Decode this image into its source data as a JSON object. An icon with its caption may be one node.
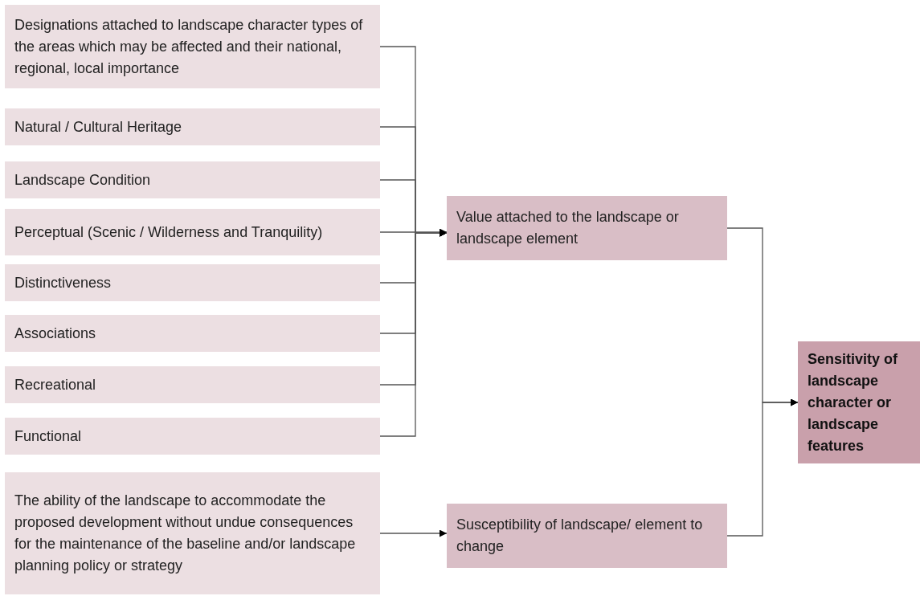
{
  "diagram": {
    "nodes": [
      {
        "text": [
          "Designations attached to landscape character types of the areas which may be affected and their national, regional, local importance"
        ]
      },
      {
        "text": [
          "Natural / Cultural Heritage"
        ]
      },
      {
        "text": [
          "Landscape Condition"
        ]
      },
      {
        "text": [
          "Perceptual (Scenic / Wilderness and Tranquility)"
        ]
      },
      {
        "text": [
          "Distinctiveness"
        ]
      },
      {
        "text": [
          "Associations"
        ]
      },
      {
        "text": [
          "Recreational"
        ]
      },
      {
        "text": [
          "Functional"
        ]
      },
      {
        "text": [
          "The ability of the landscape to accommodate the proposed development without undue consequences for the maintenance of the baseline and/or landscape planning policy or strategy"
        ]
      },
      {
        "text": [
          "Value attached to the landscape or landscape element"
        ]
      },
      {
        "text": [
          "Susceptibility of landscape/ element to change"
        ]
      },
      {
        "text": [
          "Sensitivity of landscape character or landscape features"
        ]
      }
    ],
    "edges": [
      {
        "from": 0,
        "to": 9,
        "arrow": "to"
      },
      {
        "from": 1,
        "to": 9,
        "arrow": "to"
      },
      {
        "from": 2,
        "to": 9,
        "arrow": "to"
      },
      {
        "from": 3,
        "to": 9,
        "arrow": "to"
      },
      {
        "from": 4,
        "to": 9,
        "arrow": "to"
      },
      {
        "from": 5,
        "to": 9,
        "arrow": "to"
      },
      {
        "from": 6,
        "to": 9,
        "arrow": "to"
      },
      {
        "from": 7,
        "to": 9,
        "arrow": "to"
      },
      {
        "from": 8,
        "to": 10,
        "arrow": "to"
      },
      {
        "from": 9,
        "to": 11,
        "arrow": "to"
      },
      {
        "from": 10,
        "to": 11,
        "arrow": "to"
      }
    ]
  }
}
